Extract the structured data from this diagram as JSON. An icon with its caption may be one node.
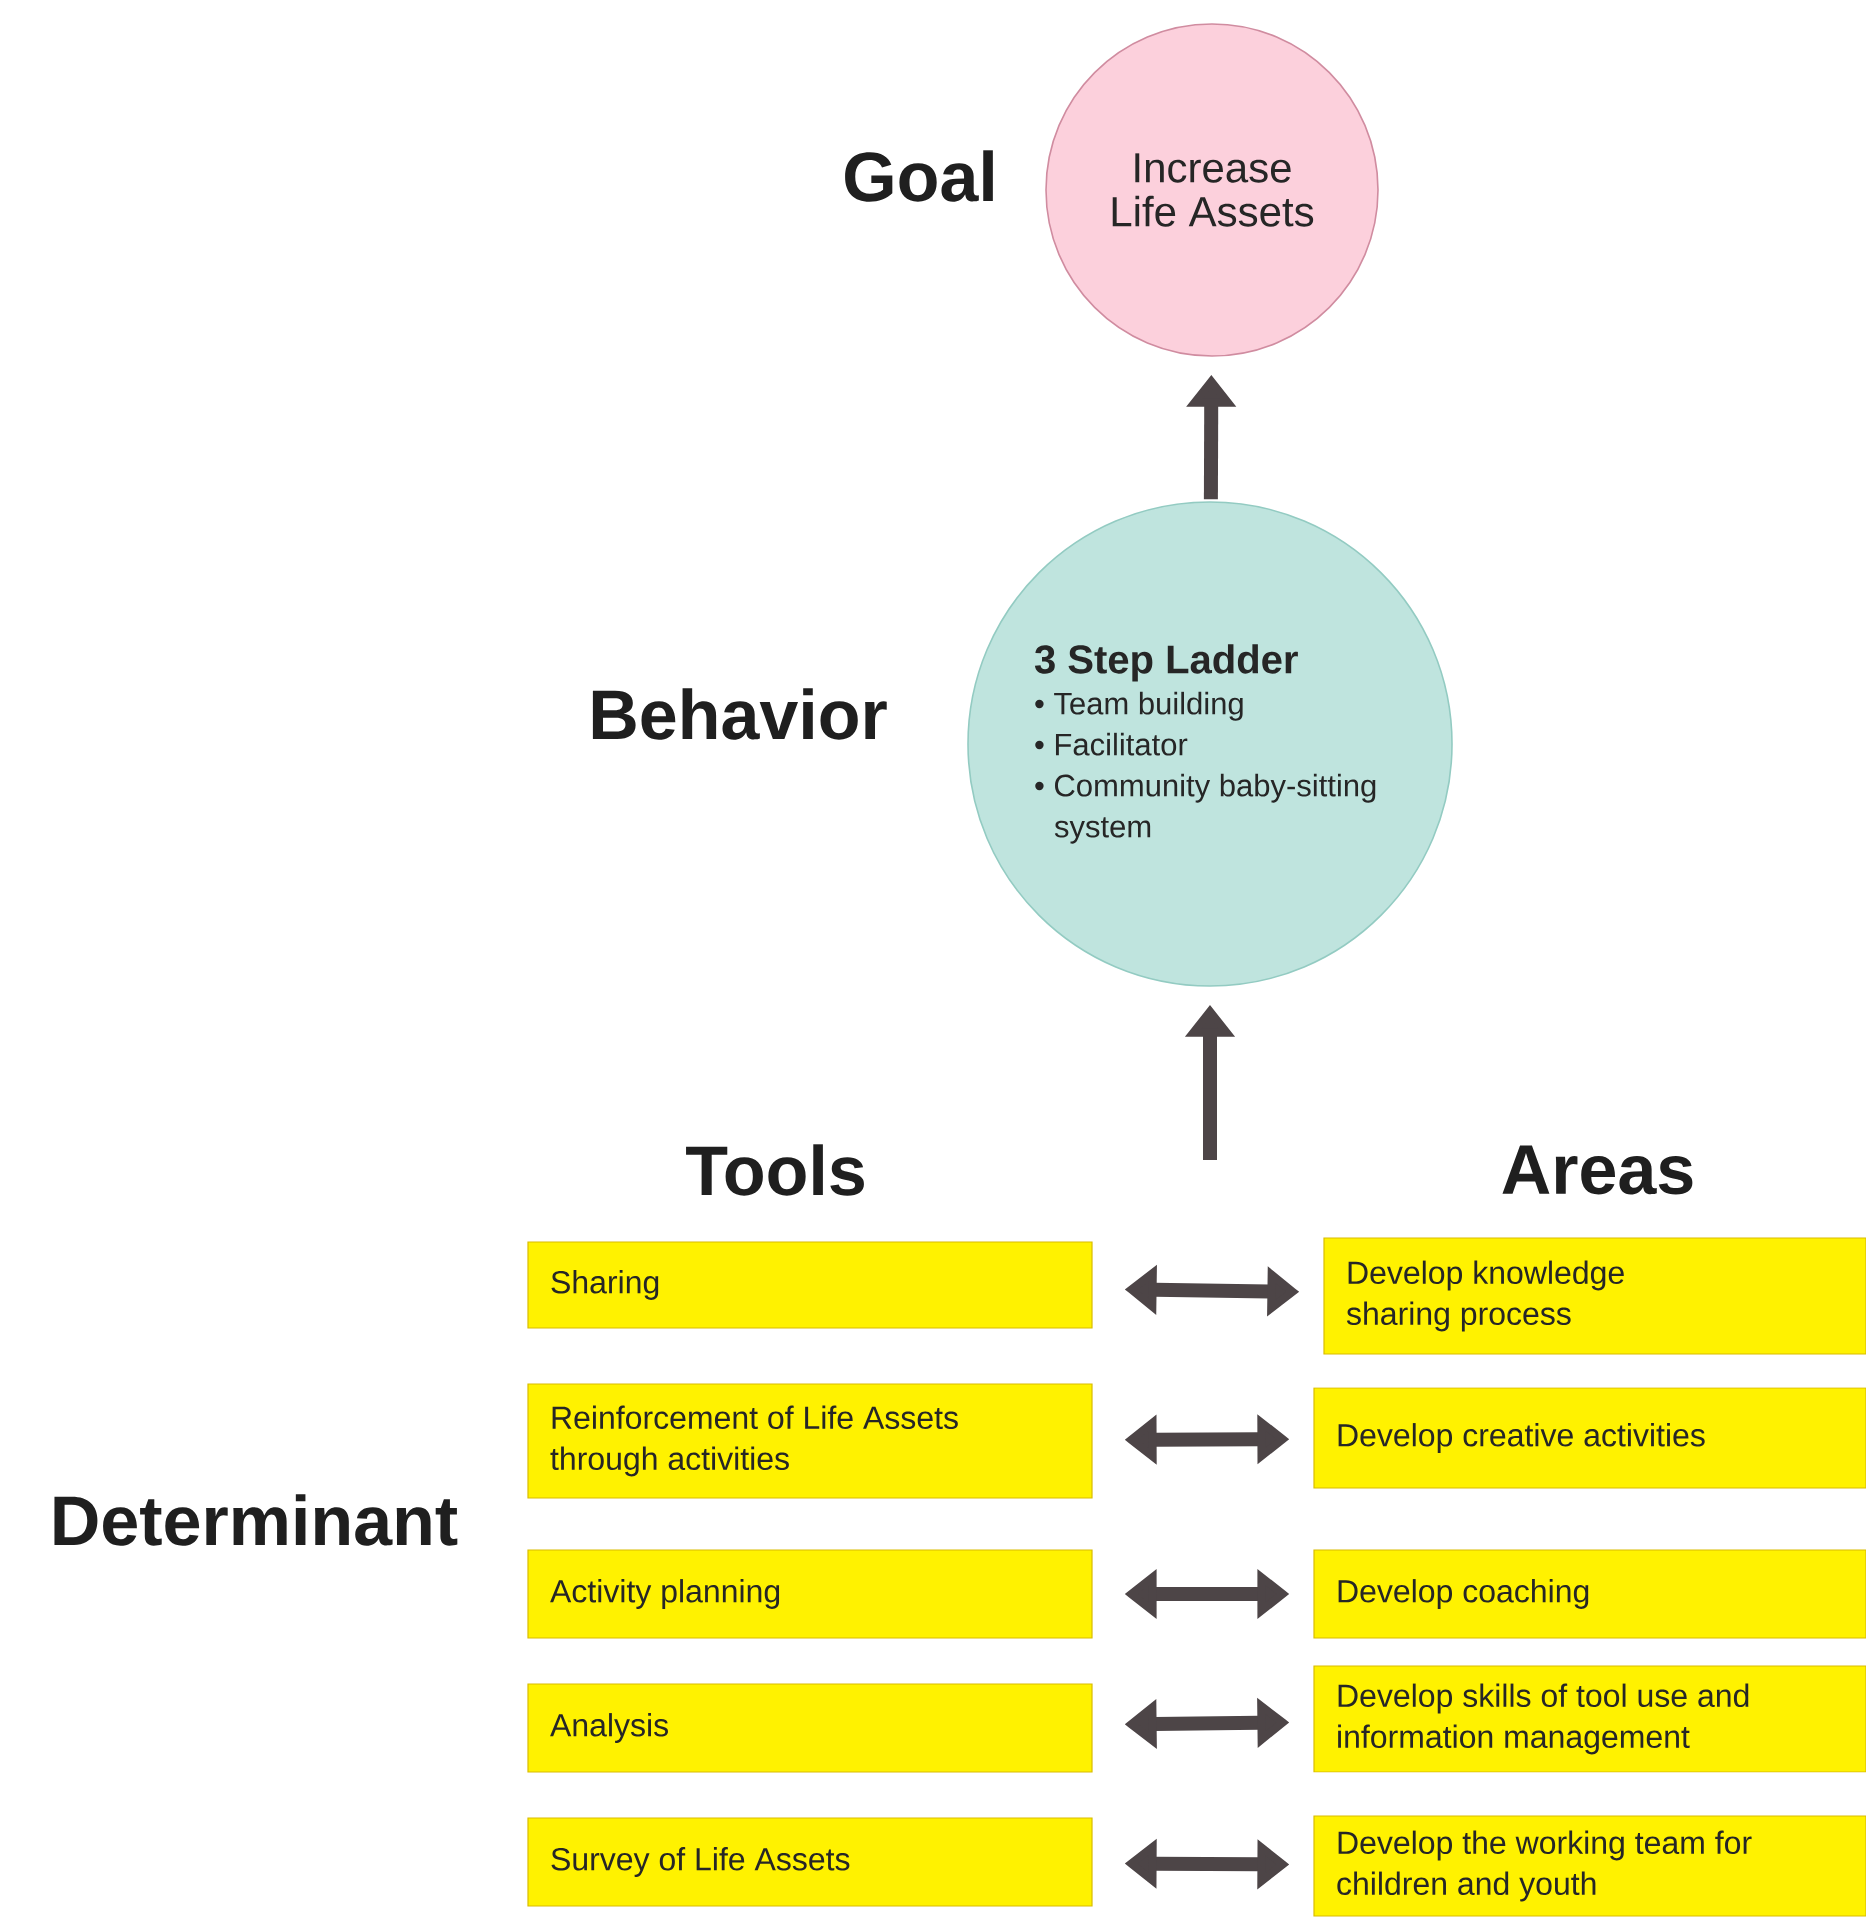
{
  "diagram": {
    "nodes": [
      {
        "text": [
          "Increase Life Assets"
        ]
      },
      {
        "text": [
          "3 Step Ladder",
          "• Team building",
          "• Facilitator",
          "• Community baby-sitting system"
        ]
      },
      {
        "text": [
          "Sharing"
        ]
      },
      {
        "text": [
          "Develop knowledge sharing process"
        ]
      },
      {
        "text": [
          "Reinforcement of Life Assets through activities"
        ]
      },
      {
        "text": [
          "Develop creative activities"
        ]
      },
      {
        "text": [
          "Activity planning"
        ]
      },
      {
        "text": [
          "Develop coaching"
        ]
      },
      {
        "text": [
          "Analysis"
        ]
      },
      {
        "text": [
          "Develop skills of tool use and information management"
        ]
      },
      {
        "text": [
          "Survey of Life Assets"
        ]
      },
      {
        "text": [
          "Develop the working team for children and youth"
        ]
      }
    ],
    "edges": [
      {
        "from": 1,
        "to": 0,
        "arrow": "to"
      },
      {
        "from": null,
        "to": 1,
        "arrow": "to"
      },
      {
        "from": 2,
        "to": 3,
        "arrow": "both"
      },
      {
        "from": 4,
        "to": 5,
        "arrow": "both"
      },
      {
        "from": 6,
        "to": 7,
        "arrow": "both"
      },
      {
        "from": 8,
        "to": 9,
        "arrow": "both"
      },
      {
        "from": 10,
        "to": 11,
        "arrow": "both"
      }
    ],
    "labels": [
      "Goal",
      "Behavior",
      "Tools",
      "Areas",
      "Determinant"
    ]
  }
}
